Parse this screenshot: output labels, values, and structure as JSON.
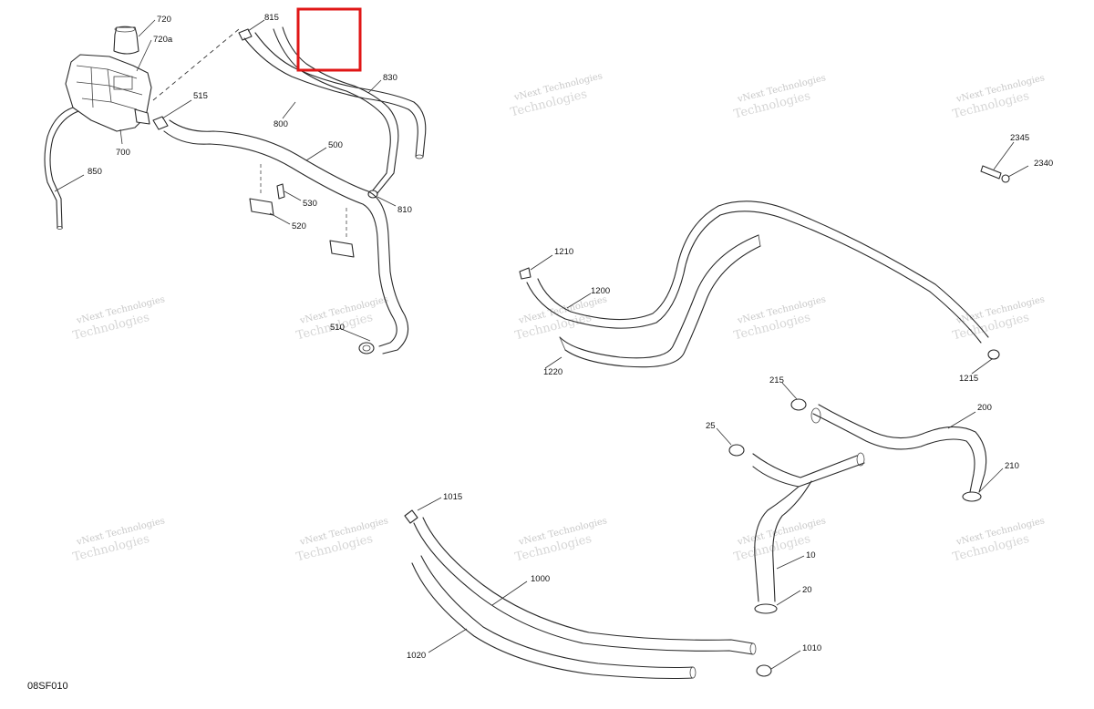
{
  "figure_id": "08SF010",
  "watermark": {
    "line1": "vNext Technologies",
    "line2": "Technologies"
  },
  "callouts": {
    "c720": "720",
    "c720a": "720a",
    "c700": "700",
    "c850": "850",
    "c515": "515",
    "c815": "815",
    "c830": "830",
    "c800": "800",
    "c810": "810",
    "c500": "500",
    "c530": "530",
    "c520": "520",
    "c510": "510",
    "c2345": "2345",
    "c2340": "2340",
    "c1210": "1210",
    "c1200": "1200",
    "c1220": "1220",
    "c1215": "1215",
    "c215": "215",
    "c200": "200",
    "c25": "25",
    "c210": "210",
    "c10": "10",
    "c20": "20",
    "c1015": "1015",
    "c1000": "1000",
    "c1020": "1020",
    "c1010": "1010"
  },
  "colors": {
    "line": "#2a2a2a",
    "highlight": "#e01616",
    "watermark": "#c8c8c8"
  }
}
